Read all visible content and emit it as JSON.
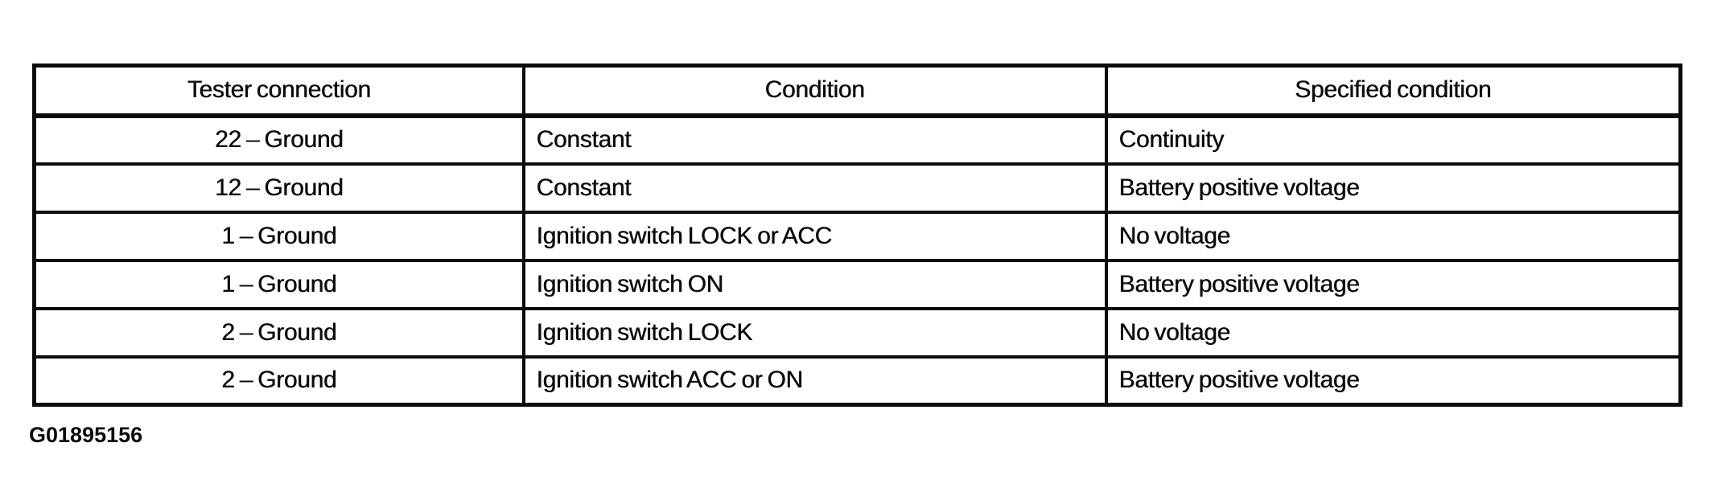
{
  "table": {
    "headers": [
      "Tester connection",
      "Condition",
      "Specified condition"
    ],
    "rows": [
      [
        "22 – Ground",
        "Constant",
        "Continuity"
      ],
      [
        "12 – Ground",
        "Constant",
        "Battery positive voltage"
      ],
      [
        "1 – Ground",
        "Ignition switch LOCK or ACC",
        "No voltage"
      ],
      [
        "1 – Ground",
        "Ignition switch ON",
        "Battery positive voltage"
      ],
      [
        "2 – Ground",
        "Ignition switch LOCK",
        "No voltage"
      ],
      [
        "2 – Ground",
        "Ignition switch ACC or ON",
        "Battery positive voltage"
      ]
    ]
  },
  "figure_id": "G01895156",
  "colors": {
    "ink": "#0c0c0c",
    "paper": "#ffffff"
  }
}
